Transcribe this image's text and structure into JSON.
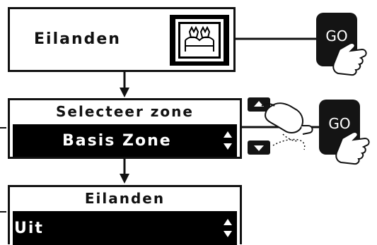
{
  "screen1": {
    "title": "Eilanden",
    "icon": "islands-icon"
  },
  "screen2": {
    "header": "Selecteer zone",
    "value": "Basis Zone"
  },
  "screen3": {
    "header": "Eilanden",
    "value": "Uit"
  },
  "go_button": {
    "label": "GO"
  },
  "colors": {
    "ink": "#111111",
    "button": "#141414",
    "bar": "#000000"
  }
}
